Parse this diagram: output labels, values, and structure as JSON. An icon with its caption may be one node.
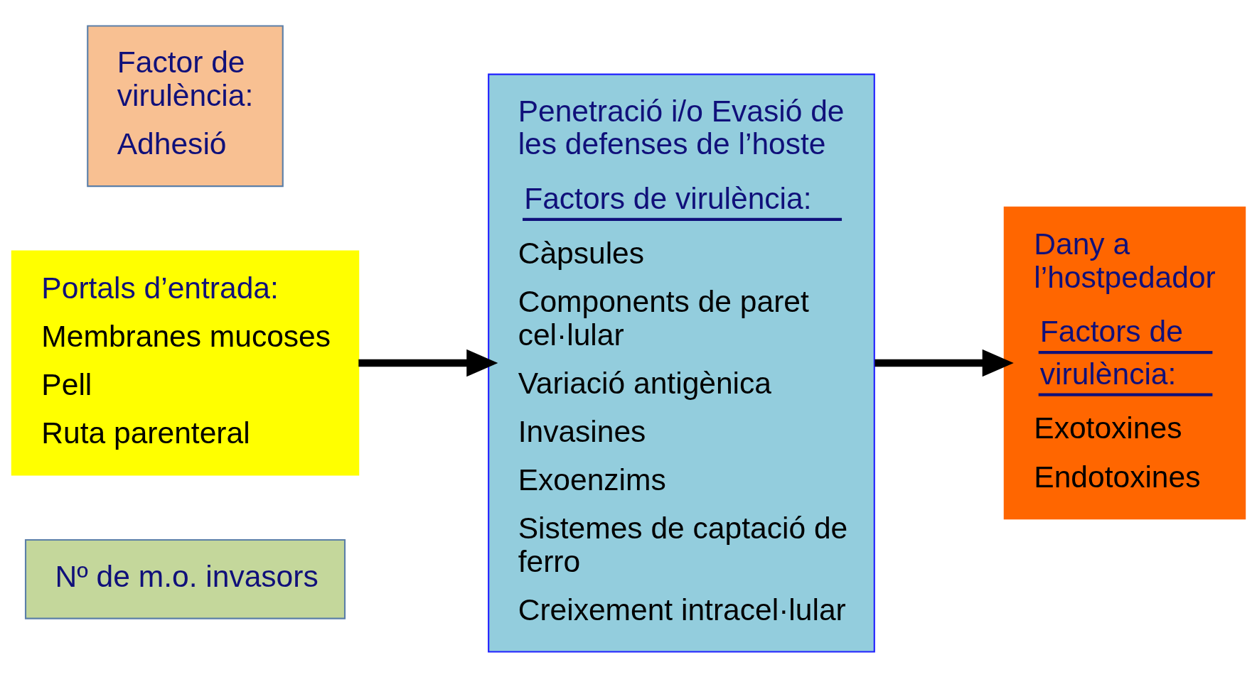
{
  "diagram": {
    "nodes": [
      {
        "text": [
          "Nº de m.o. invasors"
        ]
      },
      {
        "text": [
          "Portals d’entrada:",
          "Membranes mucoses",
          "Pell",
          "Ruta parenteral"
        ]
      },
      {
        "text": [
          "Factor de virulència:",
          "Adhesió"
        ]
      },
      {
        "text": [
          "Penetració i/o Evasió de les defenses de l’hoste",
          "Factors de virulència:",
          "Càpsules",
          "Components de paret cel·lular",
          "Variació antigènica",
          "Invasines",
          "Exoenzims",
          "Sistemes de captació de ferro",
          "Creixement intracel·lular"
        ]
      },
      {
        "text": [
          "Dany a l’hostpedador",
          "Factors de virulència:",
          "Exotoxines",
          "Endotoxines"
        ]
      }
    ],
    "edges": [
      {
        "from": 1,
        "to": 3,
        "arrow": "to"
      },
      {
        "from": 3,
        "to": 4,
        "arrow": "to"
      }
    ]
  }
}
